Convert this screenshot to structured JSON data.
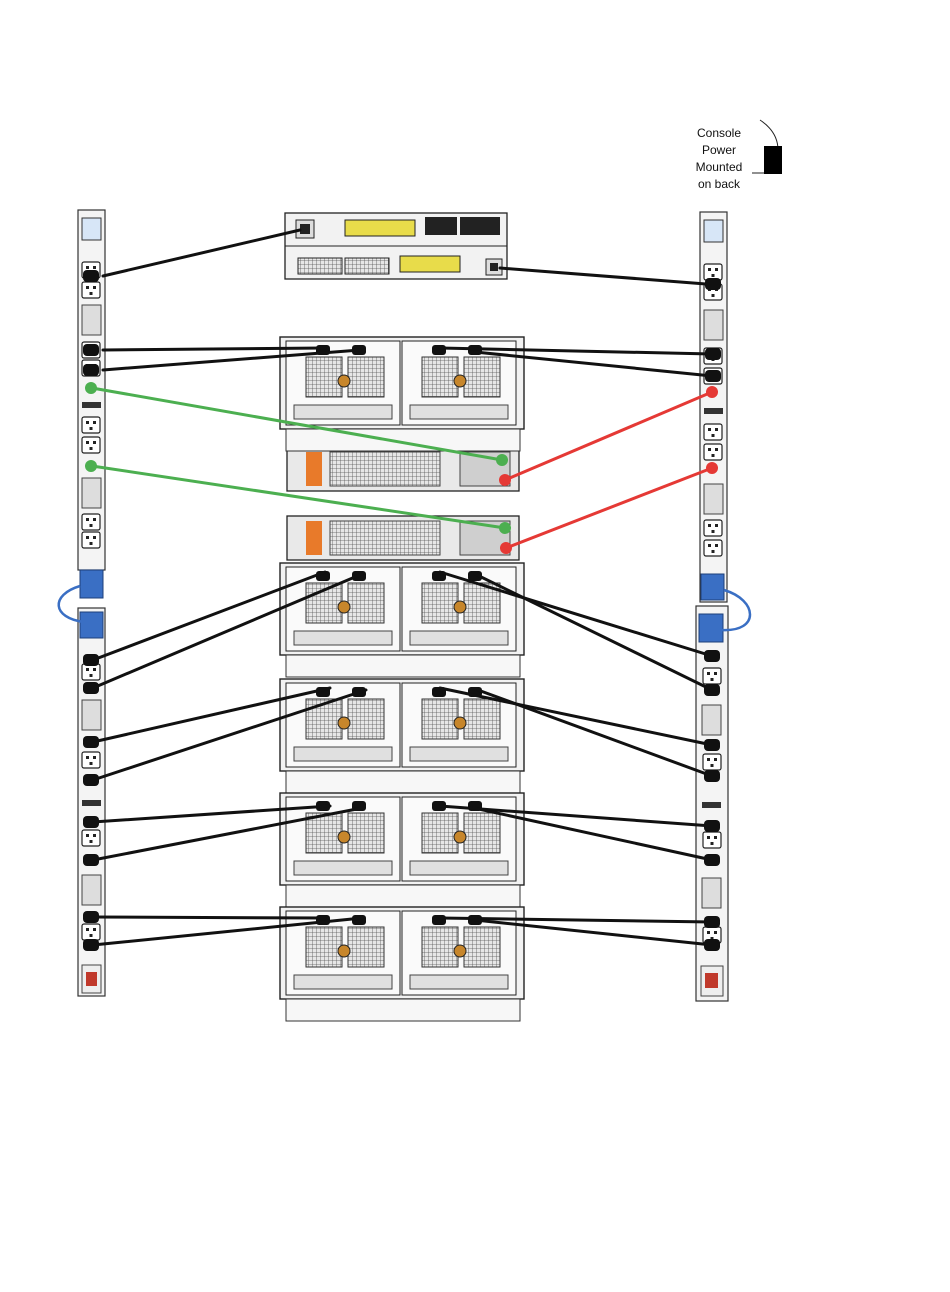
{
  "console_note": {
    "lines": [
      "Console",
      "Power",
      "Mounted",
      "on back"
    ]
  },
  "colors": {
    "cable_black": "#111111",
    "cable_green": "#4caf50",
    "cable_red": "#e53935",
    "link_blue": "#3a6fc4",
    "chassis_fill": "#f2f2f2",
    "chassis_stroke": "#222222",
    "accent_yellow": "#e8dc4a"
  },
  "components": {
    "pdus": [
      "pdu-left-upper",
      "pdu-left-lower",
      "pdu-right-upper",
      "pdu-right-lower"
    ],
    "controller": "storage-controller-head",
    "switches": [
      "network-switch-1",
      "network-switch-2"
    ],
    "enclosures": [
      "disk-enclosure-1",
      "disk-enclosure-2",
      "disk-enclosure-3",
      "disk-enclosure-4",
      "disk-enclosure-5"
    ]
  }
}
